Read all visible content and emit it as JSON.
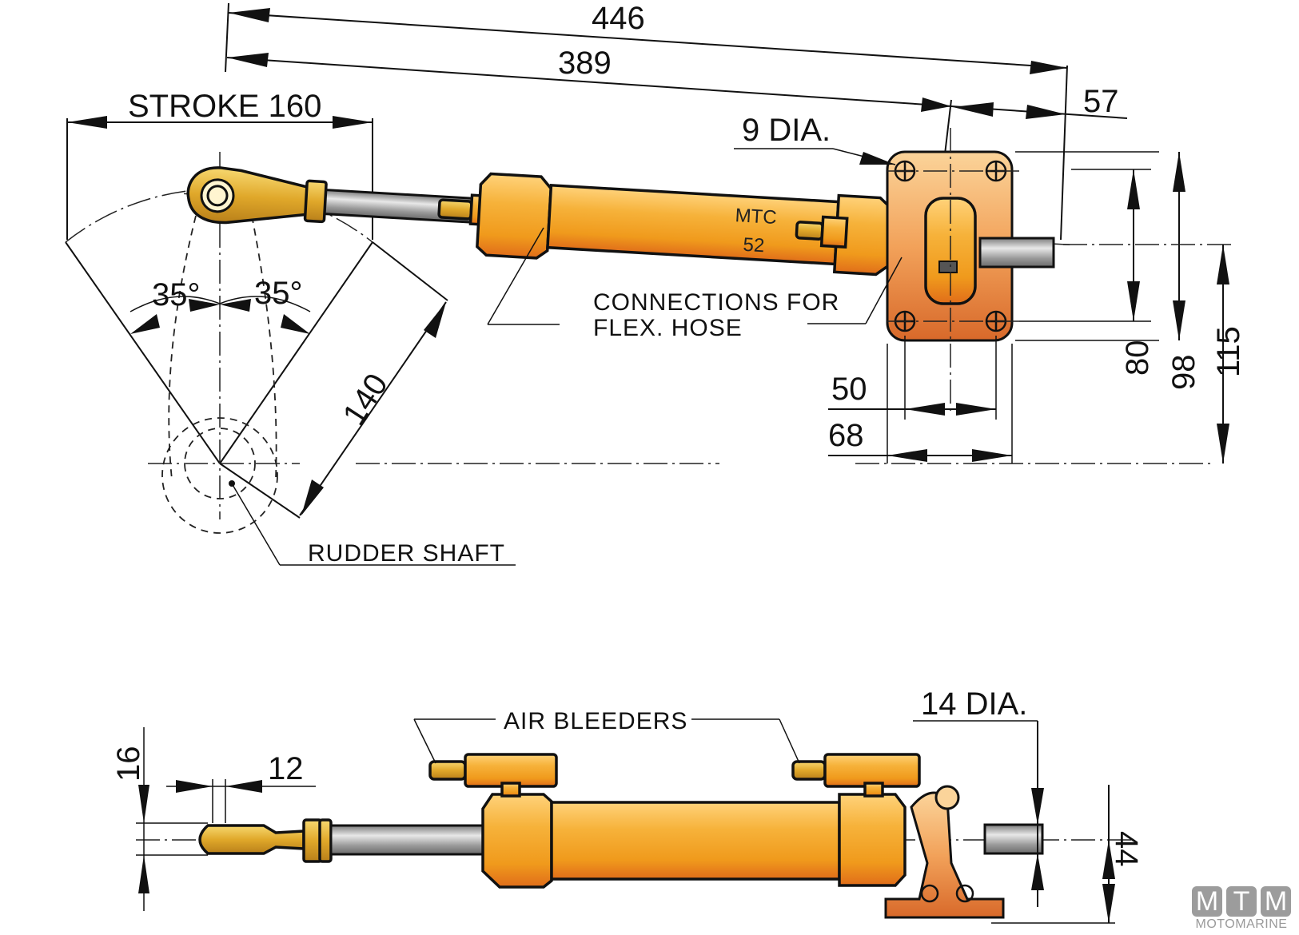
{
  "drawing": {
    "title": "MTC 52 hydraulic steering cylinder dimensions",
    "model_label_line1": "MTC",
    "model_label_line2": "52",
    "colors": {
      "cylinder_body": "#f0a020",
      "bracket": "#e07a2a",
      "brass": "#d9a21a",
      "rod": "#9a9a9a",
      "line": "#111111"
    }
  },
  "top_view": {
    "dimensions": {
      "overall_length": "446",
      "mount_to_eye_length": "389",
      "stroke": "STROKE 160",
      "rod_extension": "57",
      "mount_hole_dia": "9 DIA.",
      "tiller_arm": "140",
      "angle_left": "35°",
      "angle_right": "35°",
      "hole_spacing_width": "50",
      "bracket_width": "68",
      "hole_spacing_height": "80",
      "bracket_height": "98",
      "centerline_height": "115"
    },
    "labels": {
      "connections": [
        "CONNECTIONS FOR",
        "FLEX. HOSE"
      ],
      "rudder_shaft": "RUDDER SHAFT"
    }
  },
  "side_view": {
    "dimensions": {
      "eye_height": "16",
      "eye_width": "12",
      "rod_dia": "14 DIA.",
      "center_height": "44"
    },
    "labels": {
      "air_bleeders": "AIR BLEEDERS"
    }
  },
  "logo": {
    "letters": [
      "M",
      "T",
      "M"
    ],
    "name": "MOTOMARINE"
  }
}
